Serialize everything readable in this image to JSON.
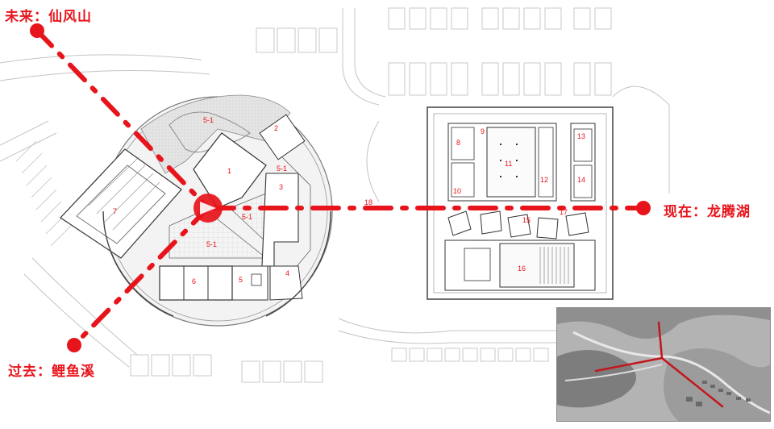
{
  "labels": {
    "future": "未来：仙风山",
    "present": "现在：龙腾湖",
    "past": "过去：鲤鱼溪"
  },
  "room_numbers": [
    "1",
    "2",
    "3",
    "4",
    "5",
    "5-1",
    "5-1",
    "5-1",
    "5-1",
    "6",
    "7",
    "8",
    "9",
    "10",
    "11",
    "12",
    "13",
    "14",
    "15",
    "16",
    "17",
    "18"
  ],
  "colors": {
    "accent": "#e8141b",
    "linework": "#5a5a5a",
    "hatch": "#d9d9d9"
  }
}
